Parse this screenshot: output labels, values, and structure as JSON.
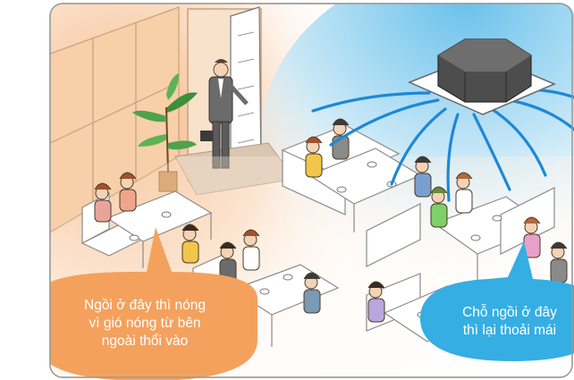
{
  "callouts": {
    "hot": {
      "lines": [
        "Ngồi ở đây thì nóng",
        "vì gió nóng từ bên",
        "ngoài thổi vào"
      ],
      "color": "#f4a15d"
    },
    "cool": {
      "lines": [
        "Chỗ ngồi ở đây",
        "thì lại thoải mái"
      ],
      "color": "#35aee3"
    }
  },
  "colors": {
    "warm_glow": "#f8c49a",
    "cool_glow": "#6cc3ec",
    "airflow": "#1e88d6",
    "frame_border": "#9a9a9a"
  },
  "icons": [
    "ceiling-air-conditioner-icon",
    "door-icon",
    "potted-plant-icon"
  ]
}
